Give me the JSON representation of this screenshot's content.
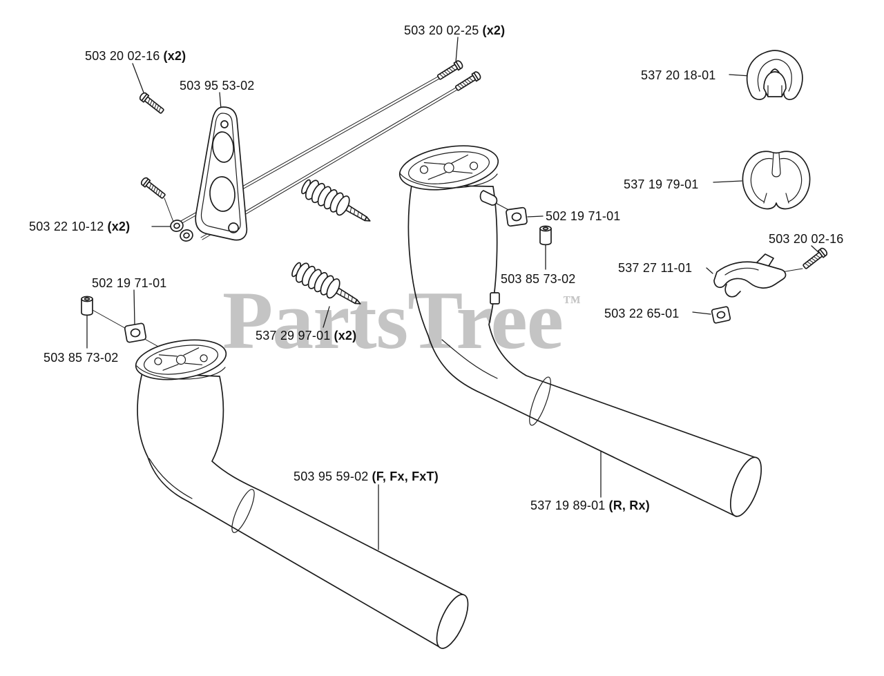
{
  "page": {
    "background": "#ffffff",
    "line_color": "#1c1c1c"
  },
  "watermark": {
    "text": "PartsTree",
    "tm": "™",
    "color": "#c4c4c4"
  },
  "labels": [
    {
      "text": "503 20 02-25",
      "bold": "(x2)"
    },
    {
      "text": "503 20 02-16",
      "bold": "(x2)"
    },
    {
      "text": "503 95 53-02",
      "bold": ""
    },
    {
      "text": "537 20 18-01",
      "bold": ""
    },
    {
      "text": "537 19 79-01",
      "bold": ""
    },
    {
      "text": "503 20 02-16",
      "bold": ""
    },
    {
      "text": "537 27 11-01",
      "bold": ""
    },
    {
      "text": "502 19 71-01",
      "bold": ""
    },
    {
      "text": "503 85 73-02",
      "bold": ""
    },
    {
      "text": "503 22 65-01",
      "bold": ""
    },
    {
      "text": "503 22 10-12",
      "bold": "(x2)"
    },
    {
      "text": "502 19 71-01",
      "bold": ""
    },
    {
      "text": "503 85 73-02",
      "bold": ""
    },
    {
      "text": "537 29 97-01",
      "bold": "(x2)"
    },
    {
      "text": "503 95 59-02",
      "bold": "(F, Fx, FxT)"
    },
    {
      "text": "537 19 89-01",
      "bold": "(R, Rx)"
    }
  ]
}
